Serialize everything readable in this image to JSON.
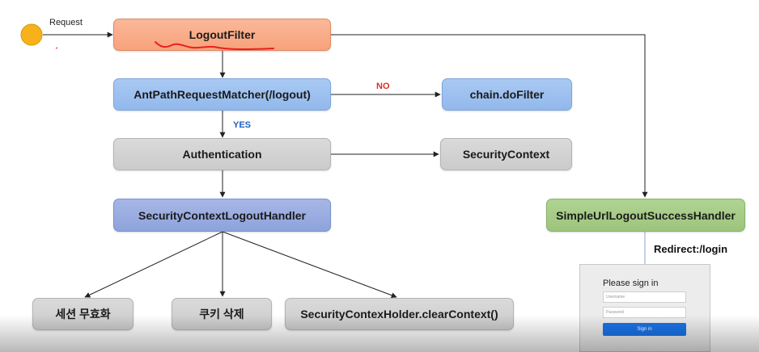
{
  "diagram": {
    "nodes": {
      "logout_filter": "LogoutFilter",
      "matcher": "AntPathRequestMatcher(/logout)",
      "chain_dofilter": "chain.doFilter",
      "authentication": "Authentication",
      "security_context": "SecurityContext",
      "logout_handler": "SecurityContextLogoutHandler",
      "success_handler": "SimpleUrlLogoutSuccessHandler",
      "session_invalidate": "세션 무효화",
      "cookie_delete": "쿠키 삭제",
      "clear_context": "SecurityContexHolder.clearContext()"
    },
    "edge_labels": {
      "request": "Request",
      "no": "NO",
      "yes": "YES",
      "redirect": "Redirect:/login"
    },
    "login_preview": {
      "title": "Please sign in",
      "username_placeholder": "Username",
      "password_placeholder": "Password",
      "button": "Sign in"
    },
    "colors": {
      "start": "#f7b21b",
      "orange": "#f7a27b",
      "blue": "#92b8ec",
      "grey": "#cbcbcb",
      "slate": "#8ea3dc",
      "green": "#9dc47d",
      "annotation": "#e8201e"
    }
  }
}
